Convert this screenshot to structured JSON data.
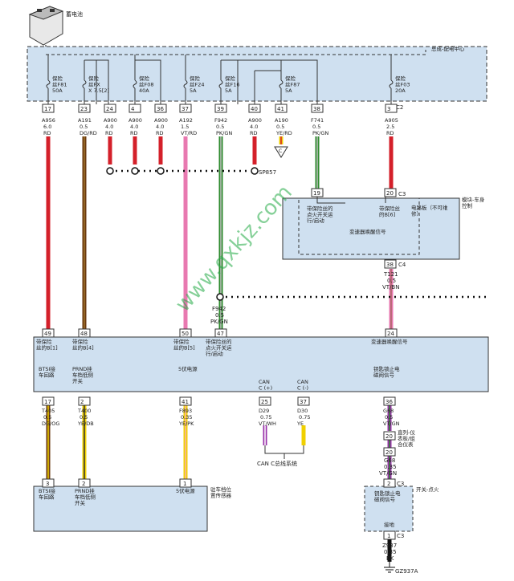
{
  "battery": {
    "label": "蓄电池"
  },
  "pdc": {
    "label": "总成-配电中心",
    "connector": "C2"
  },
  "fuses": [
    {
      "name": "保险\n丝F81\n50A"
    },
    {
      "name": "保险\n丝FX\nX 7.5[2]"
    },
    {
      "name": "保险\n丝F08\n40A"
    },
    {
      "name": "保险\n丝F24\n5A"
    },
    {
      "name": "保险\n丝F16\n5A"
    },
    {
      "name": "保险\n丝F87\n5A"
    },
    {
      "name": "保险\n丝F03\n20A"
    }
  ],
  "top_pins": [
    "17",
    "23",
    "24",
    "4",
    "36",
    "37",
    "39",
    "40",
    "41",
    "38",
    "3"
  ],
  "top_wires": [
    {
      "code": "A956",
      "gauge": "6.0",
      "color": "RD"
    },
    {
      "code": "A191",
      "gauge": "0.5",
      "color": "DG/RD"
    },
    {
      "code": "A900",
      "gauge": "4.0",
      "color": "RD"
    },
    {
      "code": "A900",
      "gauge": "4.0",
      "color": "RD"
    },
    {
      "code": "A900",
      "gauge": "4.0",
      "color": "RD"
    },
    {
      "code": "A192",
      "gauge": "1.5",
      "color": "VT/RD"
    },
    {
      "code": "F942",
      "gauge": "0.5",
      "color": "PK/GN"
    },
    {
      "code": "A900",
      "gauge": "4.0",
      "color": "RD"
    },
    {
      "code": "A190",
      "gauge": "0.5",
      "color": "YE/RD"
    },
    {
      "code": "F741",
      "gauge": "0.5",
      "color": "PK/GN"
    },
    {
      "code": "A905",
      "gauge": "2.5",
      "color": "RD"
    }
  ],
  "splice": {
    "label": "SP857",
    "conn_letter": "C"
  },
  "bcm": {
    "label": "模块-车身\n控制",
    "sub_label": "电路板（不可维\n修）",
    "pins": [
      "19",
      "20"
    ],
    "connector_left": "C3",
    "text1": "带保险丝的\n点火开关运\n行/启动",
    "text2": "带保险丝\n的B[6]",
    "text3": "变速器唤醒信号",
    "out_pin": "38",
    "out_conn": "C4",
    "out_wire": {
      "code": "T121",
      "gauge": "0.5",
      "color": "VT/BN"
    }
  },
  "f942_branch": {
    "code": "F942",
    "gauge": "0.5",
    "color": "PK/GN"
  },
  "tcm_pins_top": [
    "49",
    "48",
    "50",
    "47",
    "24"
  ],
  "tcm_labels_top": [
    "带保险\n丝的B[1]",
    "带保险\n丝的B[4]",
    "带保险\n丝的B[5]",
    "带保险丝的\n点火开关运\n行/启动",
    "变速器唤醒信号"
  ],
  "tcm_labels_mid": [
    "BTSI接\n车回路",
    "PRND挂\n车档低侧\n开关",
    "5伏电源",
    "CAN\nC (+)",
    "CAN\nC (-)",
    "钥匙锁止电\n磁阀信号"
  ],
  "tcm_pins_bottom": [
    "17",
    "2",
    "41",
    "25",
    "37",
    "36"
  ],
  "bottom_wires": [
    {
      "code": "T405",
      "gauge": "0.5",
      "color": "DG/OG"
    },
    {
      "code": "T400",
      "gauge": "0.5",
      "color": "YE/DB"
    },
    {
      "code": "F893",
      "gauge": "0.35",
      "color": "YE/PK"
    },
    {
      "code": "D29",
      "gauge": "0.75",
      "color": "VT/WH"
    },
    {
      "code": "D30",
      "gauge": "0.75",
      "color": "YE"
    },
    {
      "code": "G68",
      "gauge": "0.5",
      "color": "VT/GN"
    }
  ],
  "can_label": "CAN C总线系统",
  "inline": {
    "pin": "20",
    "text": "直列-仪\n表板/组\n合仪表",
    "pin2": "20"
  },
  "g68_2": {
    "code": "G68",
    "gauge": "0.35",
    "color": "VT/GN"
  },
  "sensor": {
    "label": "驻车档位\n置传感器",
    "pins": [
      "3",
      "2",
      "1"
    ],
    "texts": [
      "BTSI接\n车回路",
      "PRND挂\n车档低侧\n开关",
      "5伏电源"
    ]
  },
  "ign": {
    "label": "开关-点火",
    "pin_top": "2",
    "conn_top": "C3",
    "text": "钥匙锁止电\n磁阀信号",
    "ground_text": "接地",
    "pin_bottom": "1",
    "conn_bottom": "C3",
    "wire": {
      "code": "Z937",
      "gauge": "0.35",
      "color": "BK"
    },
    "ground": "GZ937A"
  },
  "watermark": "www.qxkjz.com",
  "colors": {
    "box": "#cfe0f0",
    "red": "#d4202a",
    "brown": "#6b3a0f",
    "pink": "#e879b0",
    "green": "#2e8b2e",
    "yellow": "#f0d000",
    "violet": "#9933aa"
  }
}
